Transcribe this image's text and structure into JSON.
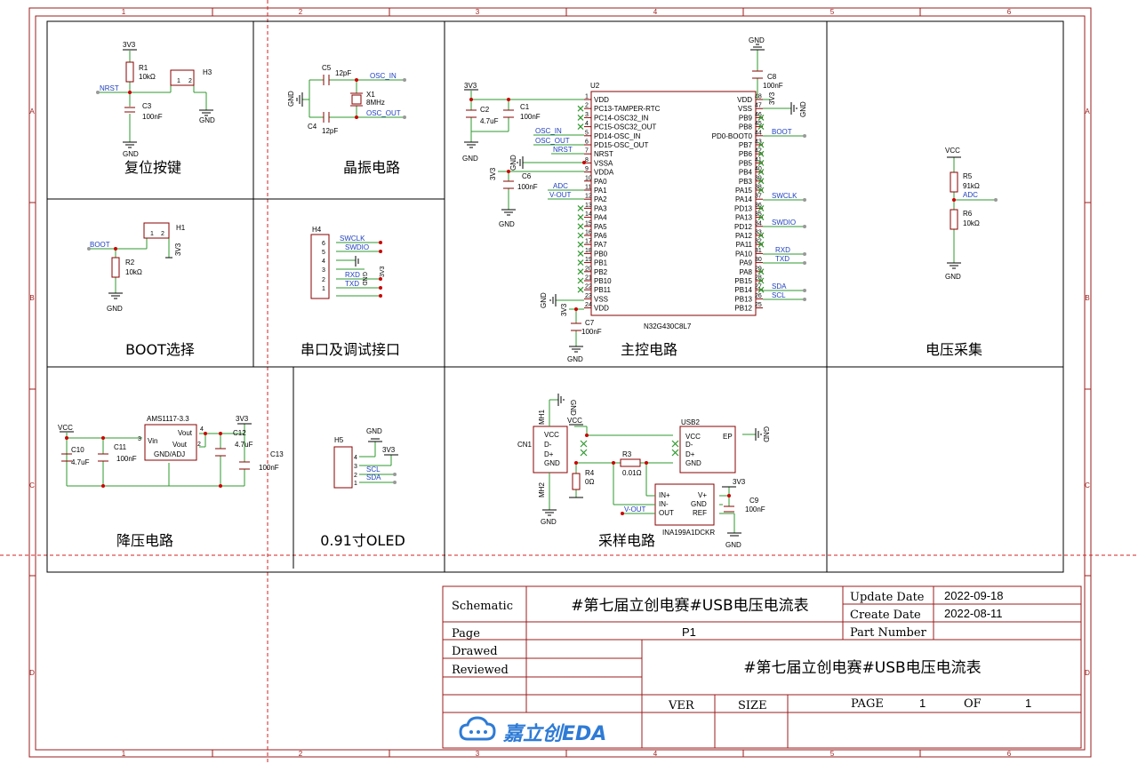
{
  "frame": {
    "columns": [
      "1",
      "2",
      "3",
      "4",
      "5",
      "6"
    ],
    "rows": [
      "A",
      "B",
      "C",
      "D"
    ],
    "colors": {
      "border": "#9b1c1c",
      "wire": "#2e9a2e",
      "body": "#8a0000",
      "net": "#1f3fbf",
      "text": "#000000",
      "marker": "#cc0000",
      "guide": "#d62020"
    }
  },
  "blocks": {
    "reset": "复位按键",
    "crystal": "晶振电路",
    "mcu": "主控电路",
    "voltage": "电压采集",
    "boot": "BOOT选择",
    "uart": "串口及调试接口",
    "buck": "降压电路",
    "oled": "0.91寸OLED",
    "sampling": "采样电路"
  },
  "components": {
    "R1": {
      "ref": "R1",
      "value": "10kΩ"
    },
    "C3": {
      "ref": "C3",
      "value": "100nF"
    },
    "H3": {
      "ref": "H3"
    },
    "R2": {
      "ref": "R2",
      "value": "10kΩ"
    },
    "H1": {
      "ref": "H1"
    },
    "C5": {
      "ref": "C5",
      "value": "12pF"
    },
    "C4": {
      "ref": "C4",
      "value": "12pF"
    },
    "X1": {
      "ref": "X1",
      "value": "8MHz"
    },
    "H4": {
      "ref": "H4"
    },
    "U2": {
      "ref": "U2",
      "part": "N32G430C8L7"
    },
    "C1": {
      "ref": "C1",
      "value": "100nF"
    },
    "C2": {
      "ref": "C2",
      "value": "4.7uF"
    },
    "C6": {
      "ref": "C6",
      "value": "100nF"
    },
    "C7": {
      "ref": "C7",
      "value": "100nF"
    },
    "C8": {
      "ref": "C8",
      "value": "100nF"
    },
    "R5": {
      "ref": "R5",
      "value": "91kΩ"
    },
    "R6": {
      "ref": "R6",
      "value": "10kΩ"
    },
    "U_LDO": {
      "part": "AMS1117-3.3",
      "vin": "Vin",
      "vout1": "Vout",
      "vout2": "Vout",
      "gnd": "GND/ADJ"
    },
    "C10": {
      "ref": "C10",
      "value": "4.7uF"
    },
    "C11": {
      "ref": "C11",
      "value": "100nF"
    },
    "C12": {
      "ref": "C12",
      "value": "4.7uF"
    },
    "C13": {
      "ref": "C13",
      "value": "100nF"
    },
    "H5": {
      "ref": "H5"
    },
    "CN1": {
      "ref": "CN1",
      "pins": [
        "VCC",
        "D-",
        "D+",
        "GND"
      ]
    },
    "USB2": {
      "ref": "USB2",
      "pins": [
        "VCC",
        "D-",
        "D+",
        "GND"
      ],
      "ep": "EP"
    },
    "R3": {
      "ref": "R3",
      "value": "0.01Ω"
    },
    "R4": {
      "ref": "R4",
      "value": "0Ω"
    },
    "C9": {
      "ref": "C9",
      "value": "100nF"
    },
    "INA": {
      "part": "INA199A1DCKR",
      "pins": [
        "IN+",
        "IN-",
        "OUT",
        "V+",
        "GND",
        "REF"
      ]
    },
    "MH1": {
      "ref": "MH1"
    },
    "MH2": {
      "ref": "MH2"
    }
  },
  "nets": {
    "vcc3": "3V3",
    "gnd": "GND",
    "nrst": "NRST",
    "boot": "BOOT",
    "osc_in": "OSC_IN",
    "osc_out": "OSC_OUT",
    "swclk": "SWCLK",
    "swdio": "SWDIO",
    "rxd": "RXD",
    "txd": "TXD",
    "vcc": "VCC",
    "adc": "ADC",
    "vout": "V-OUT",
    "scl": "SCL",
    "sda": "SDA"
  },
  "mcu_left_pins": [
    {
      "num": "1",
      "name": "VDD"
    },
    {
      "num": "2",
      "name": "PC13-TAMPER-RTC"
    },
    {
      "num": "3",
      "name": "PC14-OSC32_IN"
    },
    {
      "num": "4",
      "name": "PC15-OSC32_OUT"
    },
    {
      "num": "5",
      "name": "PD14-OSC_IN"
    },
    {
      "num": "6",
      "name": "PD15-OSC_OUT"
    },
    {
      "num": "7",
      "name": "NRST"
    },
    {
      "num": "8",
      "name": "VSSA"
    },
    {
      "num": "9",
      "name": "VDDA"
    },
    {
      "num": "10",
      "name": "PA0"
    },
    {
      "num": "11",
      "name": "PA1"
    },
    {
      "num": "12",
      "name": "PA2"
    },
    {
      "num": "13",
      "name": "PA3"
    },
    {
      "num": "14",
      "name": "PA4"
    },
    {
      "num": "15",
      "name": "PA5"
    },
    {
      "num": "16",
      "name": "PA6"
    },
    {
      "num": "17",
      "name": "PA7"
    },
    {
      "num": "18",
      "name": "PB0"
    },
    {
      "num": "19",
      "name": "PB1"
    },
    {
      "num": "20",
      "name": "PB2"
    },
    {
      "num": "21",
      "name": "PB10"
    },
    {
      "num": "22",
      "name": "PB11"
    },
    {
      "num": "23",
      "name": "VSS"
    },
    {
      "num": "24",
      "name": "VDD"
    }
  ],
  "mcu_right_pins": [
    {
      "num": "48",
      "name": "VDD"
    },
    {
      "num": "47",
      "name": "VSS"
    },
    {
      "num": "46",
      "name": "PB9"
    },
    {
      "num": "45",
      "name": "PB8"
    },
    {
      "num": "44",
      "name": "PD0-BOOT0"
    },
    {
      "num": "43",
      "name": "PB7"
    },
    {
      "num": "42",
      "name": "PB6"
    },
    {
      "num": "41",
      "name": "PB5"
    },
    {
      "num": "40",
      "name": "PB4"
    },
    {
      "num": "39",
      "name": "PB3"
    },
    {
      "num": "38",
      "name": "PA15"
    },
    {
      "num": "37",
      "name": "PA14"
    },
    {
      "num": "36",
      "name": "PD13"
    },
    {
      "num": "35",
      "name": "PA13"
    },
    {
      "num": "34",
      "name": "PD12"
    },
    {
      "num": "33",
      "name": "PA12"
    },
    {
      "num": "32",
      "name": "PA11"
    },
    {
      "num": "31",
      "name": "PA10"
    },
    {
      "num": "30",
      "name": "PA9"
    },
    {
      "num": "29",
      "name": "PA8"
    },
    {
      "num": "28",
      "name": "PB15"
    },
    {
      "num": "27",
      "name": "PB14"
    },
    {
      "num": "26",
      "name": "PB13"
    },
    {
      "num": "25",
      "name": "PB12"
    }
  ],
  "title_block": {
    "schematic_label": "Schematic",
    "title": "#第七届立创电赛#USB电压电流表",
    "update_label": "Update Date",
    "update_value": "2022-09-18",
    "create_label": "Create Date",
    "create_value": "2022-08-11",
    "page_label": "Page",
    "page_value": "P1",
    "part_label": "Part Number",
    "drawed_label": "Drawed",
    "reviewed_label": "Reviewed",
    "title2": "#第七届立创电赛#USB电压电流表",
    "ver_label": "VER",
    "size_label": "SIZE",
    "page2_label": "PAGE",
    "page_num": "1",
    "of_label": "OF",
    "page_total": "1",
    "logo_text": "嘉立创EDA"
  }
}
